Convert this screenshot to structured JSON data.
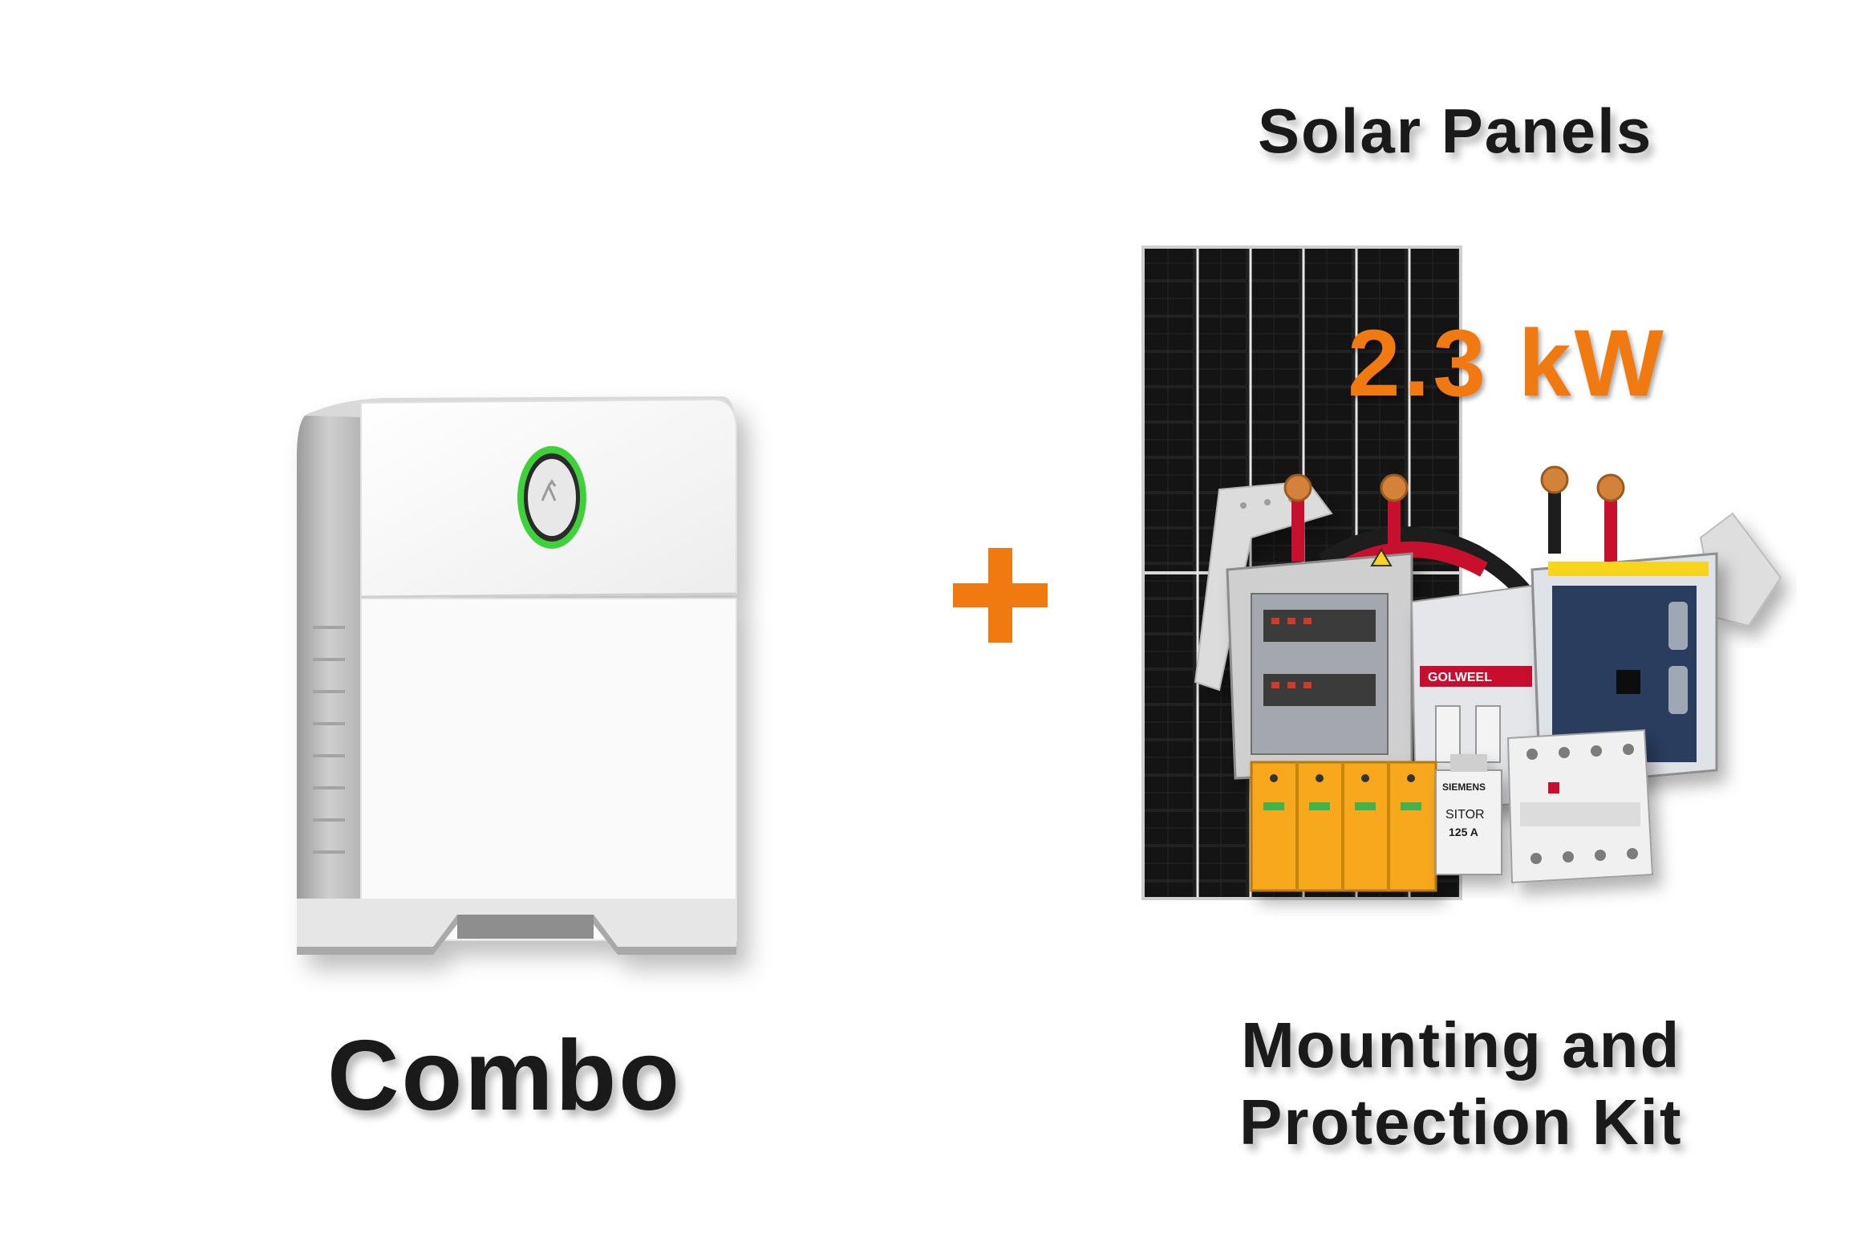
{
  "captions": {
    "solar_panels": "Solar Panels",
    "combo": "Combo",
    "kit_line1": "Mounting and",
    "kit_line2": "Protection Kit"
  },
  "power_label": "2.3 kW",
  "product_text": {
    "breaker_box_brand": "GOLWEEL",
    "fuse_brand": "SIEMENS",
    "fuse_label": "SITOR",
    "fuse_rating": "125 A"
  },
  "colors": {
    "accent_orange": "#F07A10",
    "led_ring_green": "#3ED13A",
    "panel_cells": "#141414",
    "battery_body": "#f6f6f6",
    "surge_protector": "#F7A81B",
    "cable_red": "#C8102E"
  },
  "icons": {
    "plus": "plus-icon",
    "battery": "battery-unit-image",
    "solar_panel": "solar-panel-image",
    "kit": "protection-kit-image"
  }
}
